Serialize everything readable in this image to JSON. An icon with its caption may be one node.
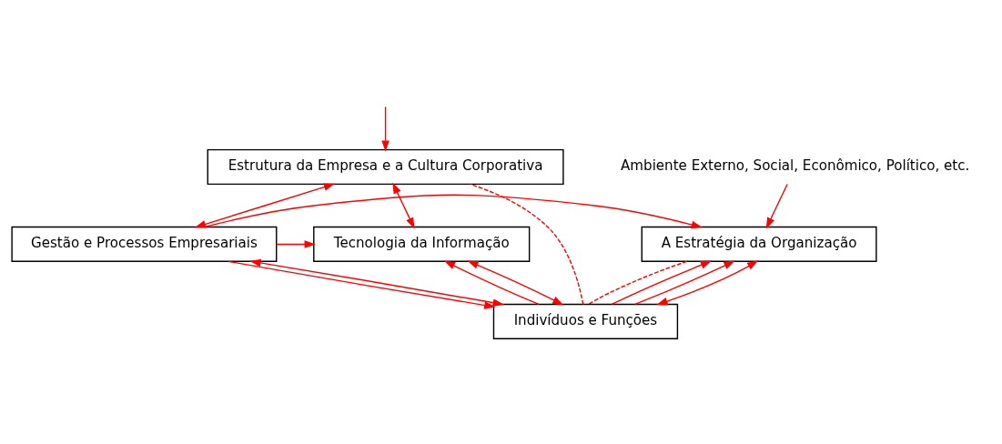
{
  "diagram": {
    "nodes": [
      {
        "text": [
          "Ambiente Externo, Social, Econômico, Político, etc."
        ]
      },
      {
        "text": [
          "Estrutura da Empresa e a Cultura Corporativa"
        ]
      },
      {
        "text": [
          "A Estratégia da Organização"
        ]
      },
      {
        "text": [
          "Gestão e Processos Empresariais"
        ]
      },
      {
        "text": [
          "Tecnologia da Informação"
        ]
      },
      {
        "text": [
          "Indivíduos e Funções"
        ]
      }
    ],
    "edges": [
      {
        "from": 0,
        "to": 2,
        "arrow": "to"
      },
      {
        "from": null,
        "to": 1,
        "arrow": "to"
      },
      {
        "from": 1,
        "to": 4,
        "arrow": "both"
      },
      {
        "from": 1,
        "to": 3,
        "arrow": "both"
      },
      {
        "from": 3,
        "to": 2,
        "arrow": "to"
      },
      {
        "from": 5,
        "to": 2,
        "arrow": "to"
      },
      {
        "from": 3,
        "to": 4,
        "arrow": "to"
      },
      {
        "from": 3,
        "to": 5,
        "arrow": "to"
      },
      {
        "from": 3,
        "to": 5,
        "arrow": "both"
      },
      {
        "from": 5,
        "to": 2,
        "arrow": "to"
      },
      {
        "from": 5,
        "to": 4,
        "arrow": "to"
      },
      {
        "from": 5,
        "to": 2,
        "arrow": "both"
      },
      {
        "from": 5,
        "to": 4,
        "arrow": "both"
      },
      {
        "from": 2,
        "to": 5,
        "arrow": "none",
        "style": "dashed"
      },
      {
        "from": 5,
        "to": 1,
        "arrow": "none",
        "style": "dashed"
      }
    ]
  }
}
